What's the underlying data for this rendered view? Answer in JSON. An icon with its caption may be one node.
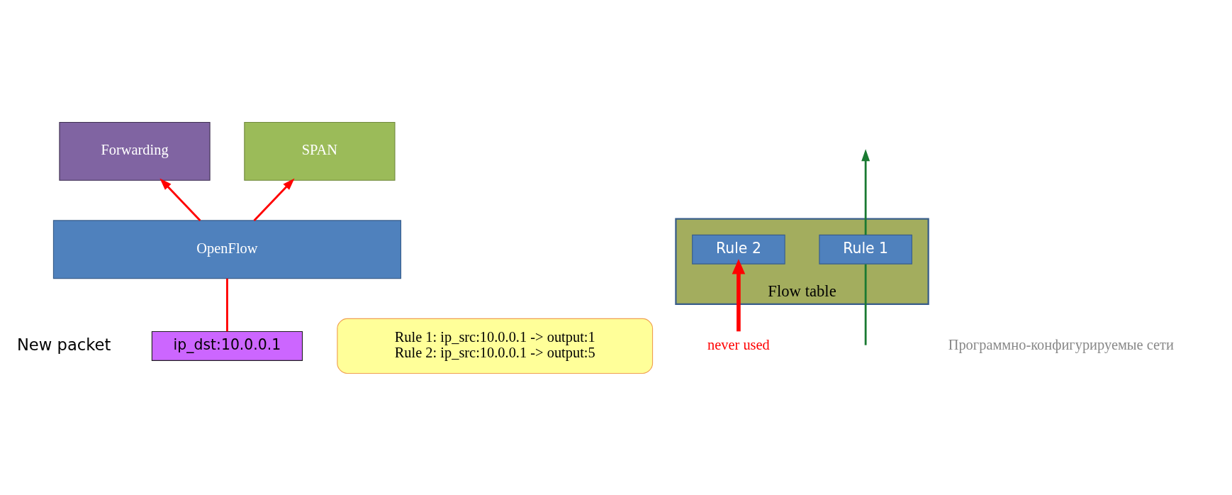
{
  "diagram": {
    "nodes": [
      {
        "text": [
          "Forwarding"
        ]
      },
      {
        "text": [
          "SPAN"
        ]
      },
      {
        "text": [
          "OpenFlow"
        ]
      },
      {
        "text": [
          "ip_dst:10.0.0.1"
        ],
        "beside": [
          "New packet"
        ]
      },
      {
        "text": [
          "Rule 1: ip_src:10.0.0.1 -> output:1",
          "Rule 2: ip_src:10.0.0.1 -> output:5"
        ]
      },
      {
        "text": [
          "Flow table"
        ]
      },
      {
        "text": [
          "Rule 1"
        ],
        "in": 5
      },
      {
        "text": [
          "Rule 2"
        ],
        "in": 5
      },
      {
        "text": [
          "never used"
        ]
      }
    ],
    "edges": [
      {
        "from": 3,
        "to": 2,
        "arrow": "none",
        "color": "#ff0000"
      },
      {
        "from": 2,
        "to": 0,
        "arrow": "to",
        "color": "#ff0000"
      },
      {
        "from": 2,
        "to": 1,
        "arrow": "to",
        "color": "#ff0000"
      },
      {
        "from": null,
        "to": 6,
        "arrow": "none",
        "color": "#1a7a32"
      },
      {
        "from": 6,
        "to": null,
        "arrow": "to",
        "color": "#1a7a32"
      },
      {
        "from": 8,
        "to": 7,
        "arrow": "to",
        "style": "thick",
        "color": "#ff0000"
      }
    ],
    "labels": [
      "Программно-конфигурируемые сети"
    ]
  }
}
